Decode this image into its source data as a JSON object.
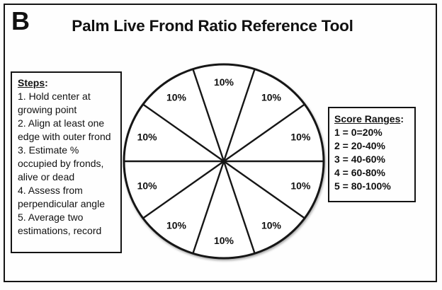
{
  "page": {
    "panel_label": "B",
    "title": "Palm Live Frond Ratio Reference Tool",
    "background_color": "#fefefe",
    "border_color": "#141414",
    "text_color": "#111111"
  },
  "steps_box": {
    "heading": "Steps",
    "colon": ":",
    "items": [
      "1. Hold center at growing point",
      "2. Align at least one edge with outer frond",
      "3. Estimate % occupied by fronds, alive or dead",
      "4. Assess from perpendicular angle",
      "5. Average two estimations, record"
    ]
  },
  "score_box": {
    "heading": "Score Ranges",
    "colon": ":",
    "items": [
      "1 = 0=20%",
      "2 = 20-40%",
      "3 = 40-60%",
      "4 = 60-80%",
      "5 = 80-100%"
    ]
  },
  "chart_data": {
    "type": "pie",
    "title": "Palm Live Frond Ratio Reference Tool",
    "slice_count": 10,
    "values": [
      10,
      10,
      10,
      10,
      10,
      10,
      10,
      10,
      10,
      10
    ],
    "labels": [
      "10%",
      "10%",
      "10%",
      "10%",
      "10%",
      "10%",
      "10%",
      "10%",
      "10%",
      "10%"
    ],
    "start_angle_deg": 0,
    "slice_angle_deg": 36,
    "fill_color": "#ffffff",
    "stroke_color": "#161616",
    "legend": "none",
    "notes": "Reference wheel: circle divided into 10 equal 10% sectors, each labeled with its percentage"
  }
}
